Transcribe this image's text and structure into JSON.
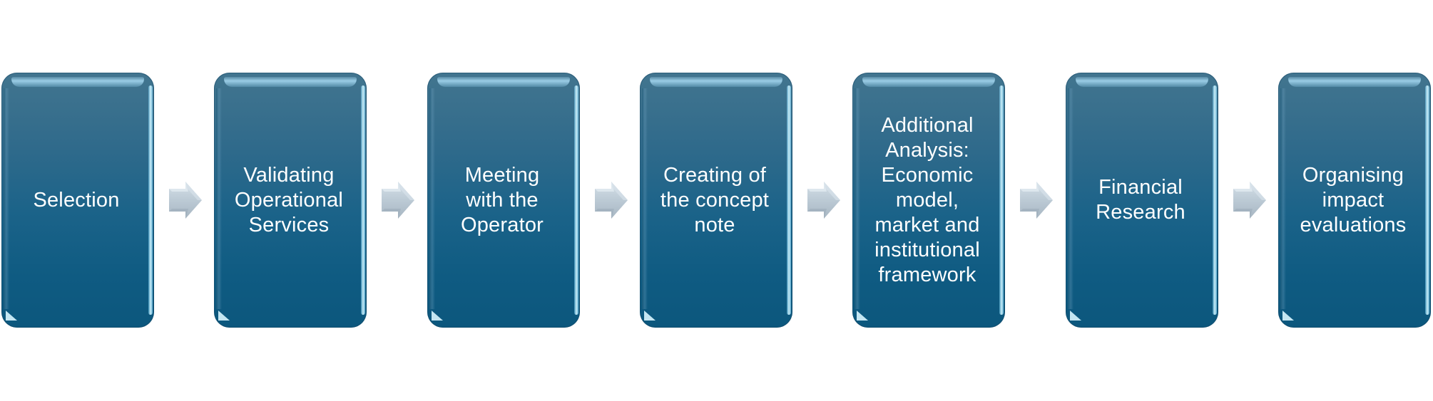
{
  "diagram": {
    "type": "process-flow",
    "steps": [
      {
        "label": "Selection"
      },
      {
        "label": "Validating\nOperational\nServices"
      },
      {
        "label": "Meeting\nwith the\nOperator"
      },
      {
        "label": "Creating of\nthe concept\nnote"
      },
      {
        "label": "Additional\nAnalysis:\nEconomic\nmodel,\nmarket and\ninstitutional\nframework"
      },
      {
        "label": "Financial\nResearch"
      },
      {
        "label": "Organising\nimpact\nevaluations"
      }
    ],
    "connector_icon": "right-arrow-icon",
    "colors": {
      "box_top": "#42758f",
      "box_bottom": "#0c577d",
      "text": "#ffffff",
      "arrow": "#b8c6d1",
      "background": "#ffffff"
    }
  }
}
